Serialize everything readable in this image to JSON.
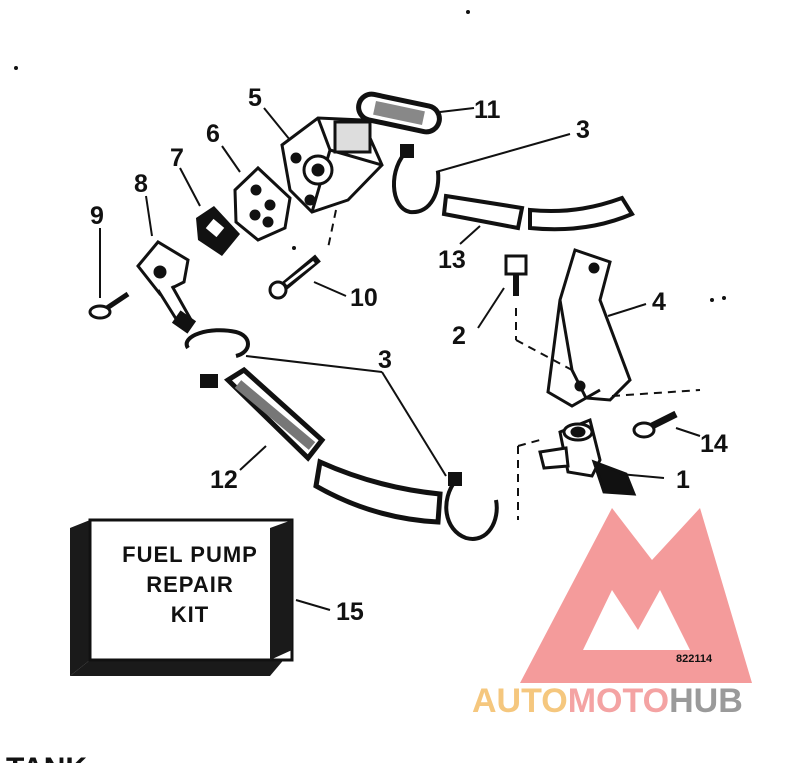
{
  "callouts": {
    "c1": "1",
    "c2": "2",
    "c3a": "3",
    "c3b": "3",
    "c4": "4",
    "c5": "5",
    "c6": "6",
    "c7": "7",
    "c8": "8",
    "c9": "9",
    "c10": "10",
    "c11": "11",
    "c12": "12",
    "c13": "13",
    "c14": "14",
    "c15": "15"
  },
  "kit": {
    "line1": "FUEL PUMP",
    "line2": "REPAIR",
    "line3": "KIT"
  },
  "diagram_code": "822114",
  "watermark": {
    "part1": "AUTO",
    "part2": "MOTO",
    "part3": "HUB",
    "colors": {
      "auto": "#f5c77e",
      "moto": "#f4a3a3",
      "hub": "#9a9a9a",
      "logo": "#f28a8a"
    }
  },
  "footer_text": "TANK"
}
